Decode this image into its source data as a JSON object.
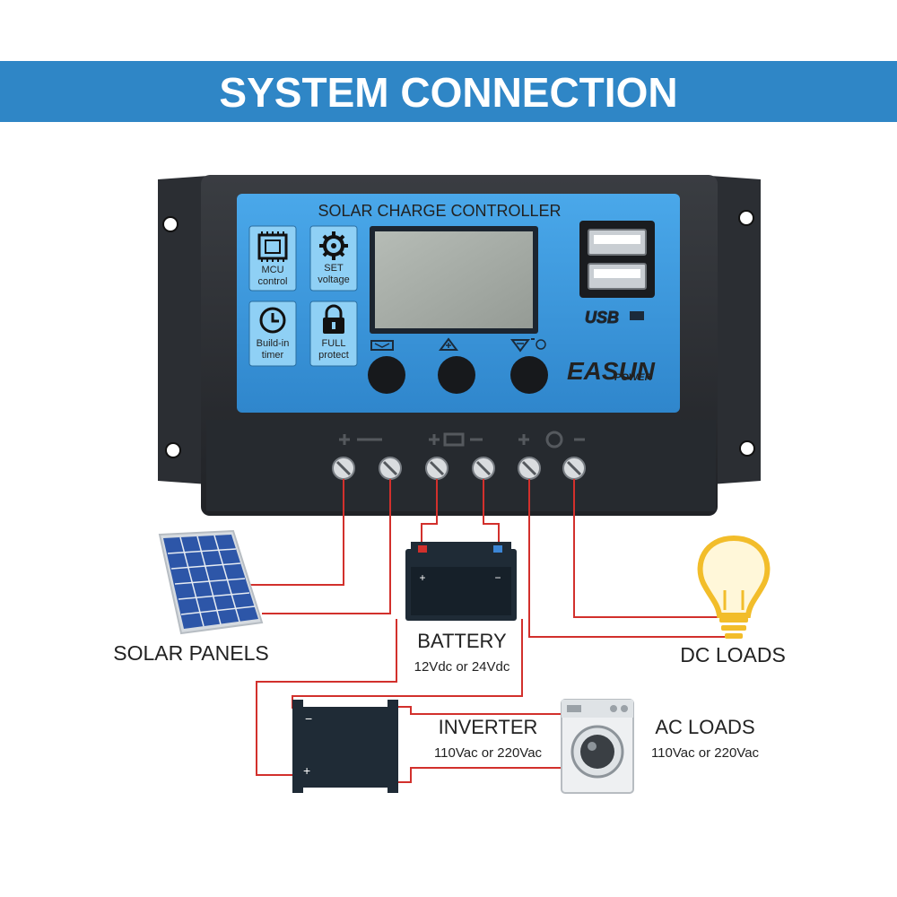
{
  "banner": {
    "title": "SYSTEM CONNECTION"
  },
  "controller": {
    "title": "SOLAR CHARGE CONTROLLER",
    "features": [
      {
        "icon": "chip-icon",
        "label_line1": "MCU",
        "label_line2": "control"
      },
      {
        "icon": "gear-icon",
        "label_line1": "SET",
        "label_line2": "voltage"
      },
      {
        "icon": "clock-icon",
        "label_line1": "Build-in",
        "label_line2": "timer"
      },
      {
        "icon": "lock-icon",
        "label_line1": "FULL",
        "label_line2": "protect"
      }
    ],
    "usb_label": "USB",
    "brand": "EASUN",
    "brand_sub": "POWER"
  },
  "components": {
    "solar": {
      "label": "SOLAR PANELS"
    },
    "battery": {
      "label": "BATTERY",
      "spec": "12Vdc or 24Vdc"
    },
    "dc_loads": {
      "label": "DC LOADS"
    },
    "inverter": {
      "label": "INVERTER",
      "spec": "110Vac or 220Vac"
    },
    "ac_loads": {
      "label": "AC LOADS",
      "spec": "110Vac or 220Vac"
    }
  },
  "colors": {
    "banner": "#2f86c6",
    "panel_face": "#3f9de0",
    "wire": "#d2302c",
    "bulb": "#f2bd2a",
    "dark_box": "#1f2b36"
  }
}
